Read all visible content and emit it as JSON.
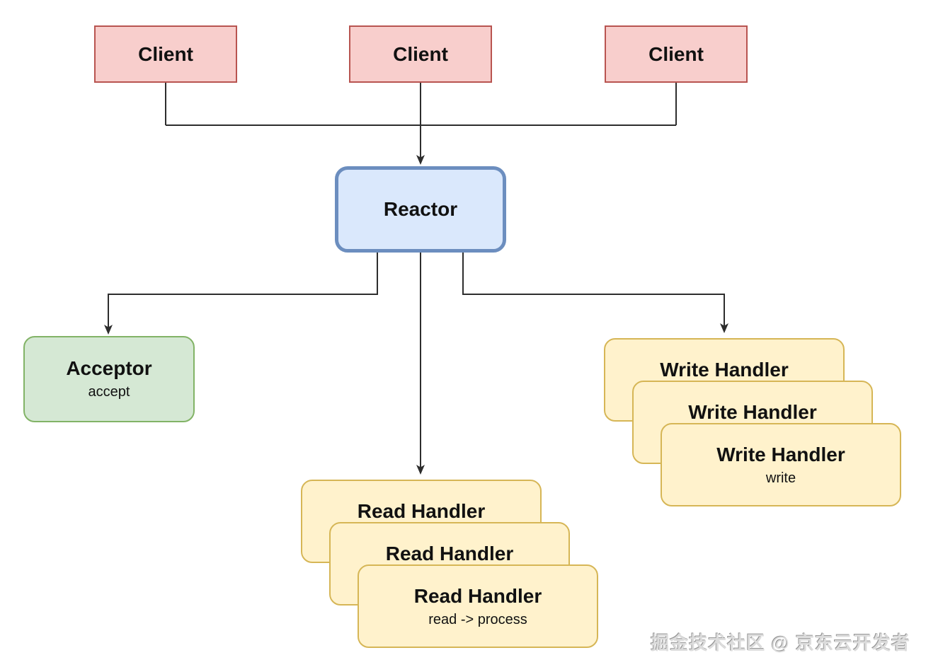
{
  "clients": {
    "fill": "#f8cecc",
    "stroke": "#b85450",
    "items": [
      {
        "label": "Client"
      },
      {
        "label": "Client"
      },
      {
        "label": "Client"
      }
    ]
  },
  "reactor": {
    "label": "Reactor",
    "fill": "#dae8fc",
    "stroke": "#6c8ebf"
  },
  "acceptor": {
    "label": "Acceptor",
    "sublabel": "accept",
    "fill": "#d5e8d4",
    "stroke": "#82b366"
  },
  "read_handlers": {
    "fill": "#fff2cc",
    "stroke": "#d6b656",
    "items": [
      {
        "label": "Read Handler"
      },
      {
        "label": "Read Handler"
      },
      {
        "label": "Read Handler",
        "sublabel": "read -> process"
      }
    ]
  },
  "write_handlers": {
    "fill": "#fff2cc",
    "stroke": "#d6b656",
    "items": [
      {
        "label": "Write Handler"
      },
      {
        "label": "Write Handler"
      },
      {
        "label": "Write Handler",
        "sublabel": "write"
      }
    ]
  },
  "edges": [
    {
      "from": "client-1",
      "to": "reactor"
    },
    {
      "from": "client-2",
      "to": "reactor"
    },
    {
      "from": "client-3",
      "to": "reactor"
    },
    {
      "from": "reactor",
      "to": "acceptor"
    },
    {
      "from": "reactor",
      "to": "read-handlers"
    },
    {
      "from": "reactor",
      "to": "write-handlers"
    }
  ],
  "connector_color": "#2d2d2d",
  "watermark": {
    "text": "掘金技术社区 @ 京东云开发者"
  }
}
